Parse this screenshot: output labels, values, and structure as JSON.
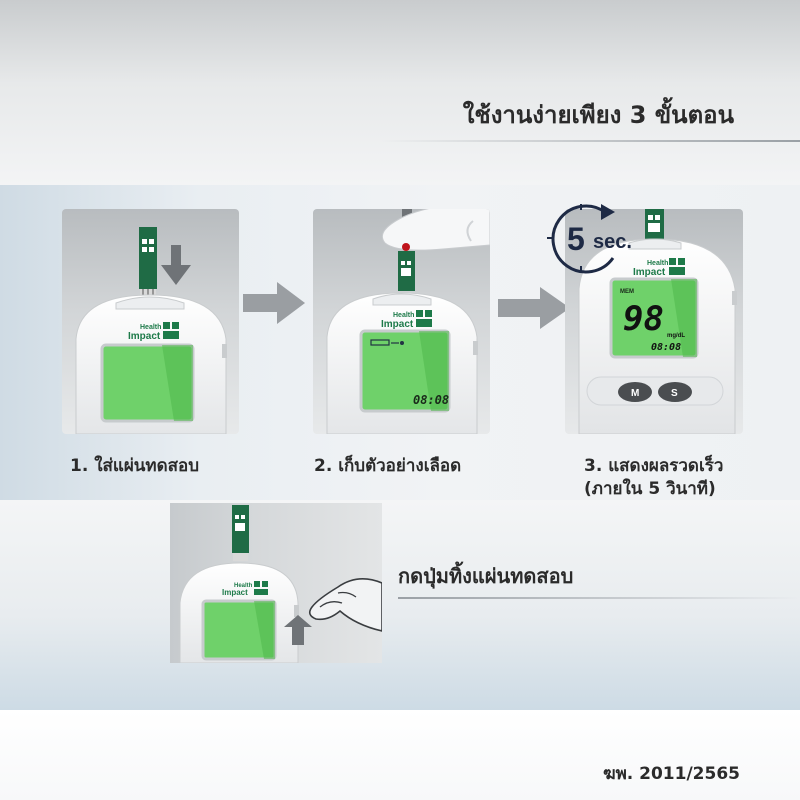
{
  "header": {
    "title": "ใช้งานง่ายเพียง 3 ขั้นตอน"
  },
  "steps": [
    {
      "label": "1. ใส่แผ่นทดสอบ"
    },
    {
      "label": "2. เก็บตัวอย่างเลือด"
    },
    {
      "label": "3. แสดงผลรวดเร็ว",
      "sublabel": "(ภายใน 5 วินาที)"
    }
  ],
  "device": {
    "brand_small": "Health",
    "brand_large": "Impact",
    "screen_time": "08:08",
    "reading_value": "98",
    "reading_unit": "mg/dL",
    "memory_label": "MEM",
    "button_m": "M",
    "button_s": "S"
  },
  "timer": {
    "number": "5",
    "unit": "sec."
  },
  "eject": {
    "label": "กดปุ่มทิ้งแผ่นทดสอบ"
  },
  "footer": {
    "registration": "ฆพ. 2011/2565"
  },
  "colors": {
    "screen_green": "#6fd16a",
    "strip_green": "#1f6b45",
    "brand_green": "#1d7a49",
    "arrow_gray": "#9a9ea2",
    "blood_red": "#c0141c"
  }
}
